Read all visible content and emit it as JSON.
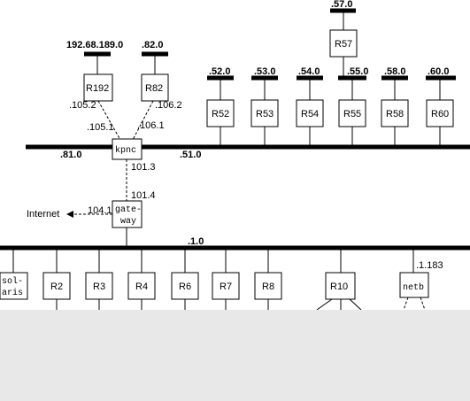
{
  "colors": {
    "line": "#000000",
    "background": "#ffffff",
    "cutoff_region": "#e8e8e8"
  },
  "networks": {
    "n57": ".57.0",
    "n192": "192.68.189.0",
    "n82": ".82.0",
    "n52": ".52.0",
    "n53": ".53.0",
    "n54": ".54.0",
    "n55": ".55.0",
    "n58": ".58.0",
    "n60": ".60.0",
    "n81": ".81.0",
    "n51": ".51.0",
    "n1": ".1.0"
  },
  "routers": {
    "r57": "R57",
    "r192": "R192",
    "r82": "R82",
    "r52": "R52",
    "r53": "R53",
    "r54": "R54",
    "r55": "R55",
    "r58": "R58",
    "r60": "R60",
    "r2": "R2",
    "r3": "R3",
    "r4": "R4",
    "r6": "R6",
    "r7": "R7",
    "r8": "R8",
    "r10": "R10"
  },
  "hosts": {
    "kpnc": "kpnc",
    "gateway_line1": "gate-",
    "gateway_line2": "way",
    "solaris_line1": "sol-",
    "solaris_line2": "aris",
    "netb": "netb"
  },
  "addresses": {
    "a105_2": ".105.2",
    "a106_2": ".106.2",
    "a105_1": ".105.1",
    "a106_1": ".106.1",
    "a101_3": "101.3",
    "a101_4": "101.4",
    "a104_1": "104.1",
    "a1_183": ".1.183"
  },
  "internet_label": "Internet"
}
